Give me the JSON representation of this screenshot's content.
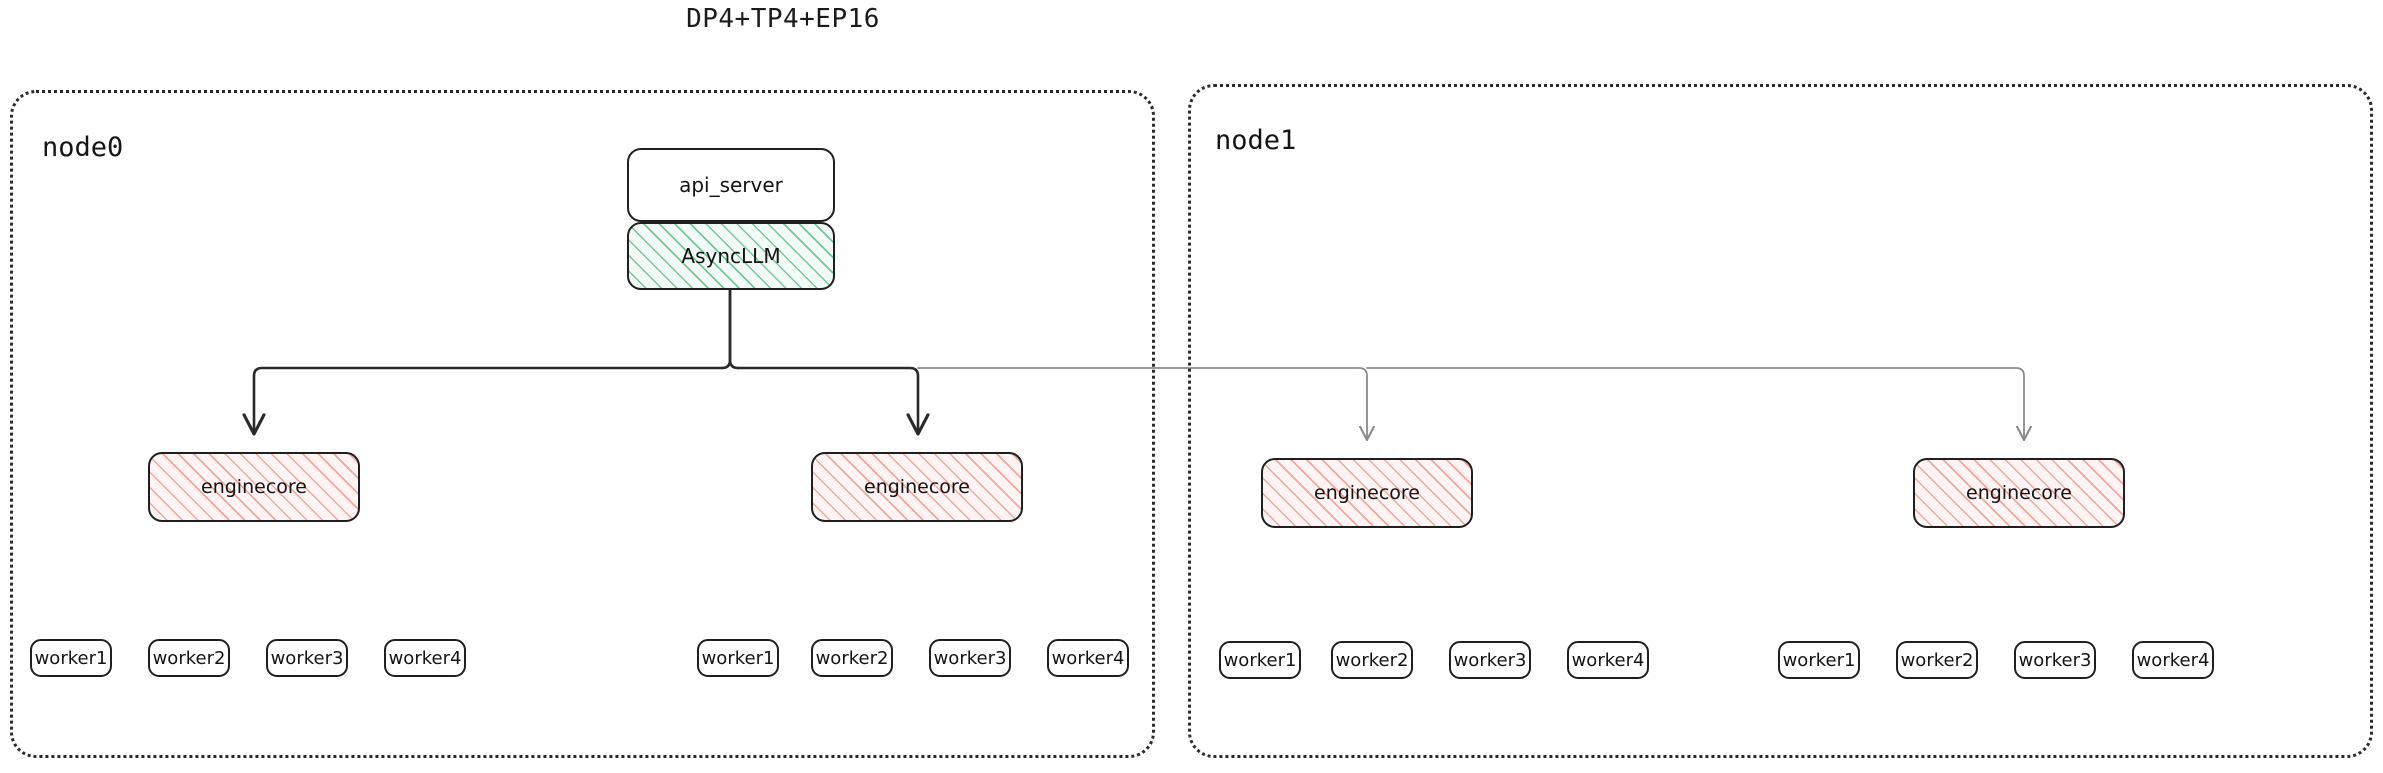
{
  "title": "DP4+TP4+EP16",
  "colors": {
    "panel_border": "#2b2b2b",
    "box_border": "#1f1f1f",
    "text": "#141414",
    "asyncllm_hatch": "#5ebe88",
    "asyncllm_fill": "#f2fbf5",
    "enginecore_hatch": "#ec8e82",
    "enginecore_fill": "#fdf4f3",
    "wire_dark": "#2a2a2a",
    "wire_light": "#8a8a8a",
    "background": "#ffffff"
  },
  "top": {
    "api_server": "api_server",
    "async_llm": "AsyncLLM"
  },
  "nodes": [
    {
      "label": "node0",
      "groups": [
        {
          "enginecore": "enginecore",
          "workers": [
            "worker1",
            "worker2",
            "worker3",
            "worker4"
          ]
        },
        {
          "enginecore": "enginecore",
          "workers": [
            "worker1",
            "worker2",
            "worker3",
            "worker4"
          ]
        }
      ]
    },
    {
      "label": "node1",
      "groups": [
        {
          "enginecore": "enginecore",
          "workers": [
            "worker1",
            "worker2",
            "worker3",
            "worker4"
          ]
        },
        {
          "enginecore": "enginecore",
          "workers": [
            "worker1",
            "worker2",
            "worker3",
            "worker4"
          ]
        }
      ]
    }
  ]
}
